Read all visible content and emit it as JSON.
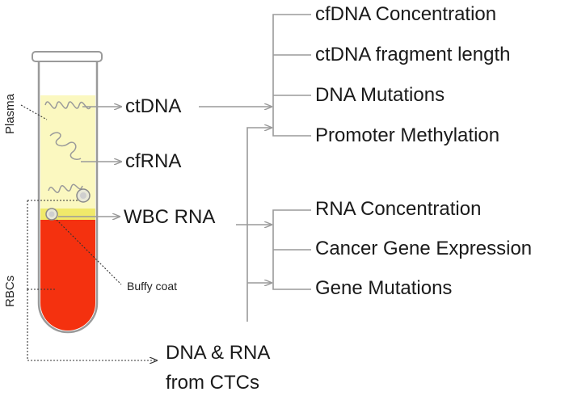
{
  "tube": {
    "plasma_label": "Plasma",
    "rbc_label": "RBCs",
    "buffy_coat_label": "Buffy coat",
    "colors": {
      "plasma": "#fbf8c0",
      "buffy": "#f0e96a",
      "rbc": "#f4310f"
    }
  },
  "sources": {
    "ctdna": "ctDNA",
    "cfrna": "cfRNA",
    "wbc_rna": "WBC RNA",
    "ctc_line1": "DNA & RNA",
    "ctc_line2": "from CTCs"
  },
  "dna_analyses": [
    "cfDNA Concentration",
    "ctDNA fragment length",
    "DNA Mutations",
    "Promoter Methylation"
  ],
  "rna_analyses": [
    "RNA Concentration",
    "Cancer Gene Expression",
    "Gene Mutations"
  ],
  "connector_color": "#9a9a9a"
}
